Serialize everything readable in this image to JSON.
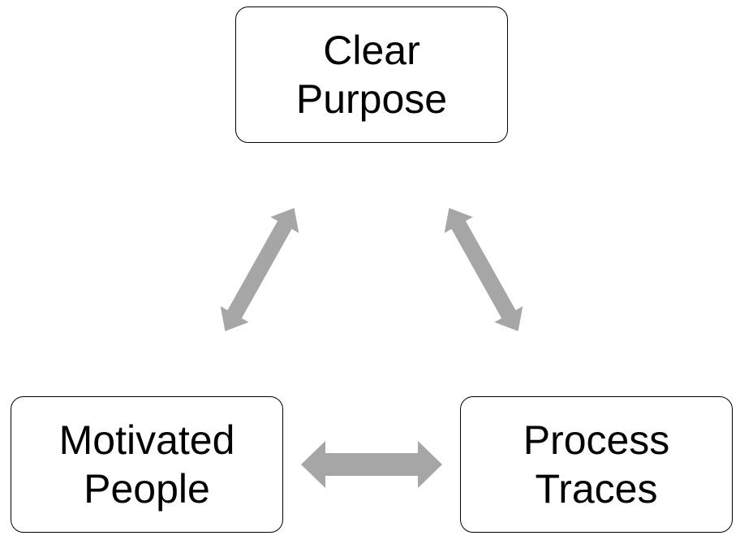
{
  "diagram": {
    "nodes": [
      {
        "id": "clear-purpose",
        "lines": [
          "Clear",
          "Purpose"
        ]
      },
      {
        "id": "motivated-people",
        "lines": [
          "Motivated",
          "People"
        ]
      },
      {
        "id": "process-traces",
        "lines": [
          "Process",
          "Traces"
        ]
      }
    ],
    "edges": [
      {
        "from": "clear-purpose",
        "to": "motivated-people",
        "direction": "both"
      },
      {
        "from": "clear-purpose",
        "to": "process-traces",
        "direction": "both"
      },
      {
        "from": "motivated-people",
        "to": "process-traces",
        "direction": "both"
      }
    ],
    "colors": {
      "arrow": "#a6a6a6",
      "node_border": "#000000",
      "node_fill": "#ffffff",
      "text": "#000000"
    }
  }
}
